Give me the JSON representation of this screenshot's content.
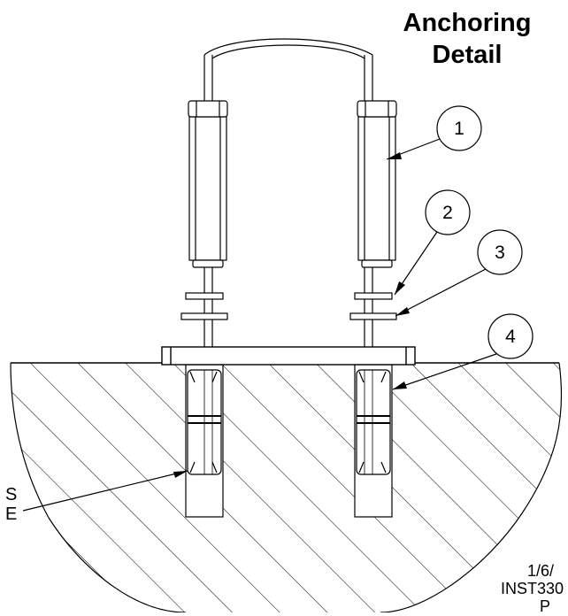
{
  "title": {
    "line1": "Anchoring",
    "line2": "Detail"
  },
  "callouts": [
    "1",
    "2",
    "3",
    "4"
  ],
  "left_edge_text": {
    "line1": "S",
    "line2": "E"
  },
  "bottom_right_text": {
    "line1": "1/6/",
    "line2": "INST330",
    "line3": "P"
  }
}
